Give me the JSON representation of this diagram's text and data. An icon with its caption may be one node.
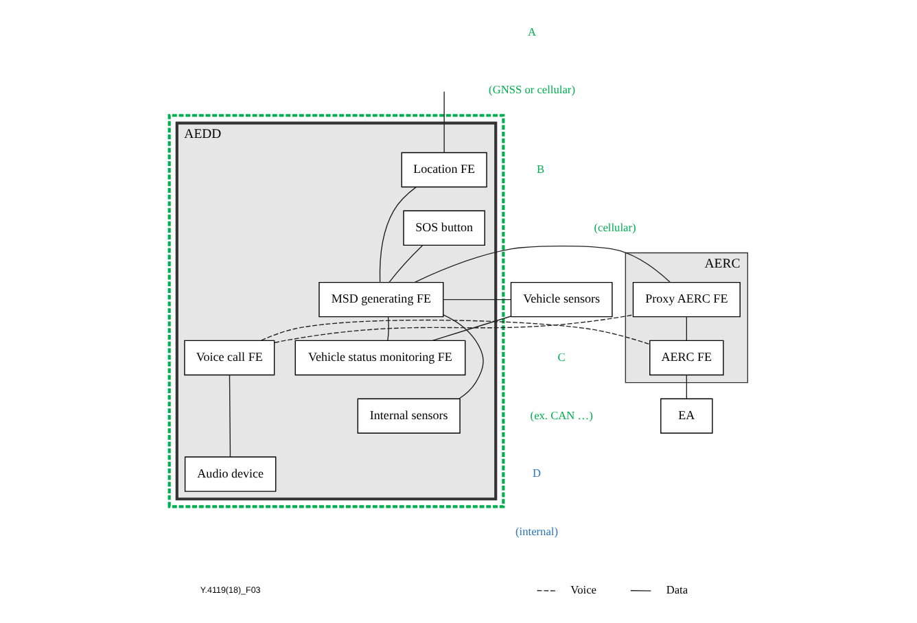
{
  "diagram": {
    "nodes": [
      {
        "text": [],
        "shape": "box"
      },
      {
        "text": [
          "AEDD"
        ],
        "in": 0
      },
      {
        "text": [
          "Location FE"
        ],
        "in": 1
      },
      {
        "text": [
          "SOS button"
        ],
        "in": 1
      },
      {
        "text": [
          "MSD generating FE"
        ],
        "in": 1
      },
      {
        "text": [
          "Vehicle status monitoring FE"
        ],
        "in": 1
      },
      {
        "text": [
          "Internal sensors"
        ],
        "in": 1
      },
      {
        "text": [
          "Voice call FE"
        ],
        "in": 1
      },
      {
        "text": [
          "Audio device"
        ],
        "in": 1
      },
      {
        "text": [
          "Vehicle sensors"
        ]
      },
      {
        "text": [
          "AERC"
        ]
      },
      {
        "text": [
          "Proxy AERC FE"
        ],
        "in": 10
      },
      {
        "text": [
          "AERC FE"
        ],
        "in": 10
      },
      {
        "text": [
          "EA"
        ]
      }
    ],
    "edges": [
      {
        "from": null,
        "to": 2,
        "arrow": "none"
      },
      {
        "from": 2,
        "to": 4,
        "arrow": "none"
      },
      {
        "from": 3,
        "to": 4,
        "arrow": "none"
      },
      {
        "from": 9,
        "to": 4,
        "arrow": "none"
      },
      {
        "from": 9,
        "to": 5,
        "arrow": "none"
      },
      {
        "from": 5,
        "to": 4,
        "arrow": "none"
      },
      {
        "from": 6,
        "to": 4,
        "arrow": "none"
      },
      {
        "from": 4,
        "to": 11,
        "arrow": "none"
      },
      {
        "from": 7,
        "to": 11,
        "arrow": "none",
        "style": "dashed"
      },
      {
        "from": 7,
        "to": 12,
        "arrow": "none",
        "style": "dashed"
      },
      {
        "from": 11,
        "to": 12,
        "arrow": "none"
      },
      {
        "from": 12,
        "to": 13,
        "arrow": "none"
      },
      {
        "from": 7,
        "to": 8,
        "arrow": "none"
      }
    ],
    "labels": [
      "A",
      "(GNSS or cellular)",
      "B",
      "(cellular)",
      "C",
      "(ex. CAN …)",
      "D",
      "(internal)",
      "Y.4119(18)_F03"
    ],
    "legend": [
      {
        "text": "Voice"
      },
      {
        "text": "Data"
      }
    ]
  }
}
